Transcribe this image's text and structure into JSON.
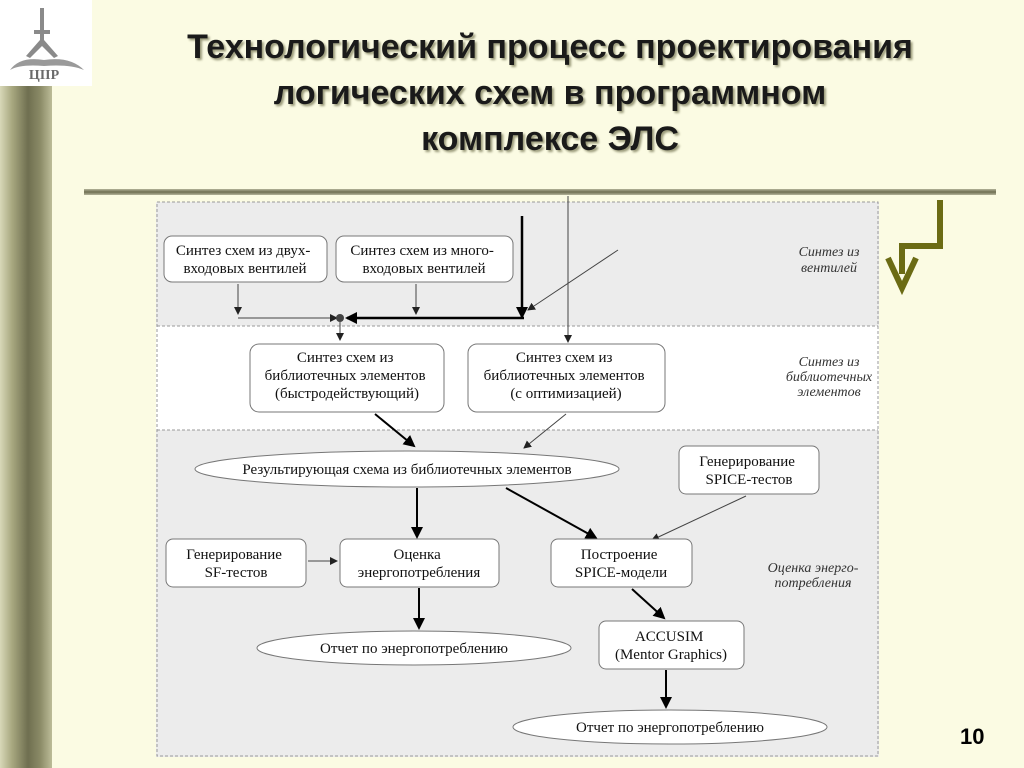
{
  "title": {
    "line1": "Технологический процесс проектирования",
    "line2": "логических схем в программном",
    "line3": "комплексе ЭЛС"
  },
  "logo": {
    "text": "ЦIIP"
  },
  "page_number": "10",
  "sections": {
    "gates": "Синтез из вентилей",
    "library": "Синтез из библиотечных элементов",
    "energy": "Оценка энерго-потребления"
  },
  "nodes": {
    "synth_two_input": [
      "Синтез схем из двух-",
      "входовых вентилей"
    ],
    "synth_multi_input": [
      "Синтез схем из много-",
      "входовых вентилей"
    ],
    "synth_lib_fast": [
      "Синтез схем из",
      "библиотечных элементов",
      "(быстродействующий)"
    ],
    "synth_lib_opt": [
      "Синтез схем из",
      "библиотечных элементов",
      "(с оптимизацией)"
    ],
    "result_scheme": "Результирующая схема из библиотечных элементов",
    "gen_spice": [
      "Генерирование",
      "SPICE-тестов"
    ],
    "gen_sf": [
      "Генерирование",
      "SF-тестов"
    ],
    "power_eval": [
      "Оценка",
      "энергопотребления"
    ],
    "spice_model": [
      "Построение",
      "SPICE-модели"
    ],
    "accusim": [
      "ACCUSIM",
      "(Mentor Graphics)"
    ],
    "report_1": "Отчет по энергопотреблению",
    "report_2": "Отчет по энергопотреблению"
  },
  "colors": {
    "background": "#fbfbe3",
    "accent_arrow": "#6b6b14",
    "band_gray": "#ececec",
    "box_stroke": "#7a7a7a"
  }
}
